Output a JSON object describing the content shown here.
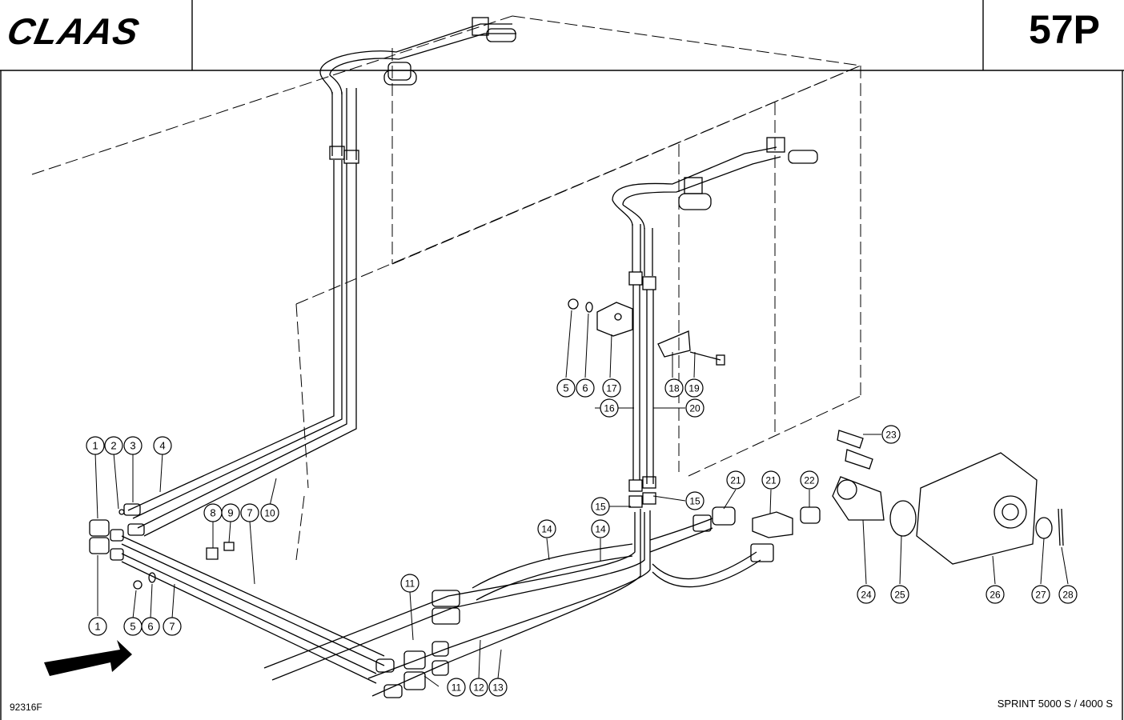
{
  "header": {
    "brand": "CLAAS",
    "page_code": "57P"
  },
  "footer": {
    "drawing_number": "92316F",
    "model": "SPRINT 5000 S / 4000 S"
  },
  "callouts": [
    "1",
    "2",
    "3",
    "4",
    "1",
    "5",
    "6",
    "7",
    "8",
    "9",
    "7",
    "10",
    "11",
    "11",
    "12",
    "13",
    "14",
    "14",
    "15",
    "15",
    "16",
    "20",
    "5",
    "6",
    "17",
    "18",
    "19",
    "21",
    "21",
    "22",
    "23",
    "24",
    "25",
    "26",
    "27",
    "28"
  ]
}
